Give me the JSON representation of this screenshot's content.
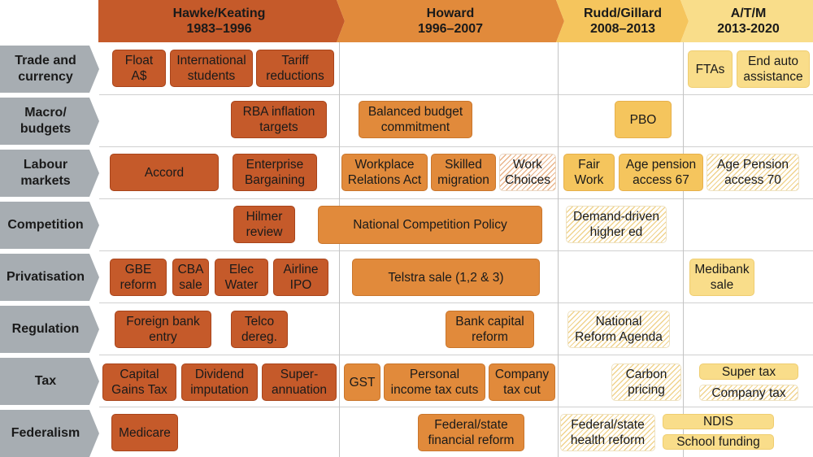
{
  "eras": [
    {
      "label": "Hawke/Keating",
      "years": "1983–1996",
      "color": "#c55a2a"
    },
    {
      "label": "Howard",
      "years": "1996–2007",
      "color": "#e18a3b"
    },
    {
      "label": "Rudd/Gillard",
      "years": "2008–2013",
      "color": "#f5c55d"
    },
    {
      "label": "A/T/M",
      "years": "2013-2020",
      "color": "#f9dd8a"
    }
  ],
  "rows": [
    {
      "label": "Trade and currency"
    },
    {
      "label": "Macro/ budgets"
    },
    {
      "label": "Labour markets"
    },
    {
      "label": "Competition"
    },
    {
      "label": "Privatisation"
    },
    {
      "label": "Regulation"
    },
    {
      "label": "Tax"
    },
    {
      "label": "Federalism"
    }
  ],
  "reforms": [
    {
      "text": "Float\nA$",
      "era": "Hawke/Keating",
      "row": "Trade and currency"
    },
    {
      "text": "International\nstudents",
      "era": "Hawke/Keating",
      "row": "Trade and currency"
    },
    {
      "text": "Tariff\nreductions",
      "era": "Hawke/Keating",
      "row": "Trade and currency"
    },
    {
      "text": "FTAs",
      "era": "A/T/M",
      "row": "Trade and currency"
    },
    {
      "text": "End auto\nassistance",
      "era": "A/T/M",
      "row": "Trade and currency"
    },
    {
      "text": "RBA inflation\ntargets",
      "era": "Hawke/Keating",
      "row": "Macro/ budgets"
    },
    {
      "text": "Balanced budget\ncommitment",
      "era": "Howard",
      "row": "Macro/ budgets"
    },
    {
      "text": "PBO",
      "era": "Rudd/Gillard",
      "row": "Macro/ budgets"
    },
    {
      "text": "Accord",
      "era": "Hawke/Keating",
      "row": "Labour markets"
    },
    {
      "text": "Enterprise\nBargaining",
      "era": "Hawke/Keating",
      "row": "Labour markets"
    },
    {
      "text": "Workplace\nRelations Act",
      "era": "Howard",
      "row": "Labour markets"
    },
    {
      "text": "Skilled\nmigration",
      "era": "Howard",
      "row": "Labour markets"
    },
    {
      "text": "Work\nChoices",
      "era": "Howard",
      "row": "Labour markets",
      "hatched": true
    },
    {
      "text": "Fair\nWork",
      "era": "Rudd/Gillard",
      "row": "Labour markets"
    },
    {
      "text": "Age pension\naccess 67",
      "era": "Rudd/Gillard",
      "row": "Labour markets"
    },
    {
      "text": "Age Pension\naccess 70",
      "era": "A/T/M",
      "row": "Labour markets",
      "hatched": true
    },
    {
      "text": "Hilmer\nreview",
      "era": "Hawke/Keating",
      "row": "Competition"
    },
    {
      "text": "National Competition Policy",
      "era": "Howard",
      "row": "Competition"
    },
    {
      "text": "Demand-driven\nhigher ed",
      "era": "Rudd/Gillard",
      "row": "Competition",
      "hatched": true
    },
    {
      "text": "GBE\nreform",
      "era": "Hawke/Keating",
      "row": "Privatisation"
    },
    {
      "text": "CBA\nsale",
      "era": "Hawke/Keating",
      "row": "Privatisation"
    },
    {
      "text": "Elec\nWater",
      "era": "Hawke/Keating",
      "row": "Privatisation"
    },
    {
      "text": "Airline\nIPO",
      "era": "Hawke/Keating",
      "row": "Privatisation"
    },
    {
      "text": "Telstra sale (1,2 & 3)",
      "era": "Howard",
      "row": "Privatisation"
    },
    {
      "text": "Medibank\nsale",
      "era": "A/T/M",
      "row": "Privatisation"
    },
    {
      "text": "Foreign bank\nentry",
      "era": "Hawke/Keating",
      "row": "Regulation"
    },
    {
      "text": "Telco\ndereg.",
      "era": "Hawke/Keating",
      "row": "Regulation"
    },
    {
      "text": "Bank capital\nreform",
      "era": "Howard",
      "row": "Regulation"
    },
    {
      "text": "National\nReform Agenda",
      "era": "Rudd/Gillard",
      "row": "Regulation",
      "hatched": true
    },
    {
      "text": "Capital\nGains Tax",
      "era": "Hawke/Keating",
      "row": "Tax"
    },
    {
      "text": "Dividend\nimputation",
      "era": "Hawke/Keating",
      "row": "Tax"
    },
    {
      "text": "Super-\nannuation",
      "era": "Hawke/Keating",
      "row": "Tax"
    },
    {
      "text": "GST",
      "era": "Howard",
      "row": "Tax"
    },
    {
      "text": "Personal\nincome tax cuts",
      "era": "Howard",
      "row": "Tax"
    },
    {
      "text": "Company\ntax cut",
      "era": "Howard",
      "row": "Tax"
    },
    {
      "text": "Carbon\npricing",
      "era": "Rudd/Gillard",
      "row": "Tax",
      "hatched": true
    },
    {
      "text": "Super tax",
      "era": "A/T/M",
      "row": "Tax"
    },
    {
      "text": "Company tax",
      "era": "A/T/M",
      "row": "Tax",
      "hatched": true
    },
    {
      "text": "Medicare",
      "era": "Hawke/Keating",
      "row": "Federalism"
    },
    {
      "text": "Federal/state\nfinancial reform",
      "era": "Howard",
      "row": "Federalism"
    },
    {
      "text": "Federal/state\nhealth reform",
      "era": "Rudd/Gillard",
      "row": "Federalism",
      "hatched": true
    },
    {
      "text": "NDIS",
      "era": "A/T/M",
      "row": "Federalism"
    },
    {
      "text": "School funding",
      "era": "A/T/M",
      "row": "Federalism"
    }
  ]
}
